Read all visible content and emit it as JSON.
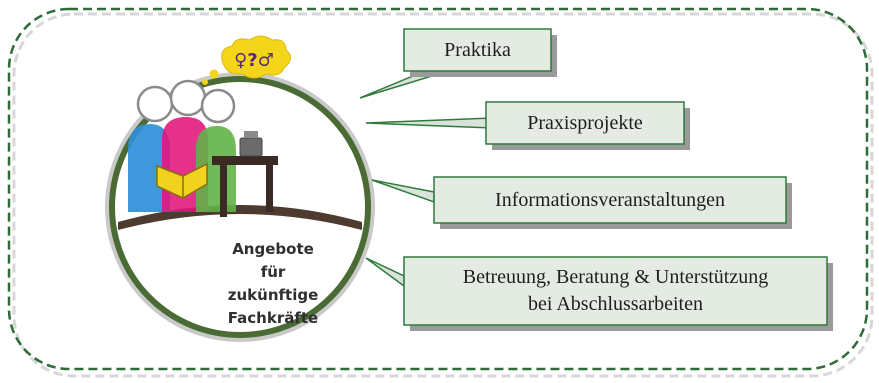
{
  "diagram": {
    "center_label_lines": [
      "Angebote für",
      "zukünftige",
      "Fachkräfte"
    ],
    "thought_bubble_symbols": "♀?♂",
    "items": [
      {
        "lines": [
          "Praktika"
        ]
      },
      {
        "lines": [
          "Praxisprojekte"
        ]
      },
      {
        "lines": [
          "Informationsveranstaltungen"
        ]
      },
      {
        "lines": [
          "Betreuung, Beratung & Unterstützung",
          "bei Abschlussarbeiten"
        ]
      }
    ],
    "colors": {
      "frame_dash": "#2e6b37",
      "circle_ring": "#4b6b35",
      "box_fill": "#e3ebe3",
      "box_border": "#2f7a3d",
      "shadow": "#9a9a9a"
    }
  }
}
